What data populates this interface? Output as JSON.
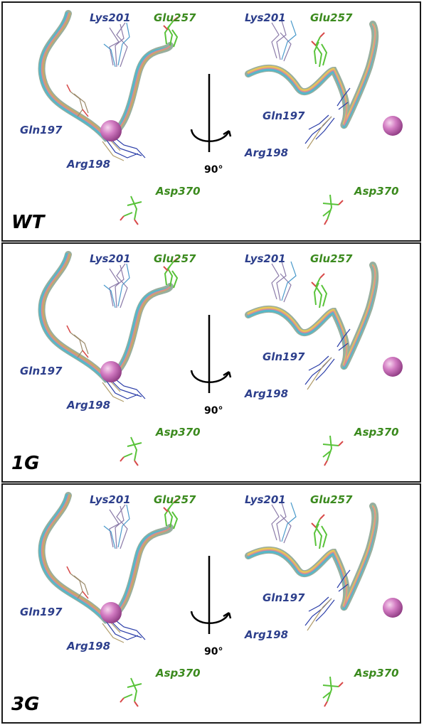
{
  "rotation_label": "90°",
  "colors": {
    "blue_label": "#2d3f8c",
    "green_label": "#3b8a1e",
    "ion_sphere": "#cc66b8",
    "frame": "#1a1a1a"
  },
  "panels": [
    {
      "variant": "WT",
      "labels": {
        "lys201_a": "Lys201",
        "glu257_a": "Glu257",
        "gln197_a": "Gln197",
        "arg198_a": "Arg198",
        "asp370_a": "Asp370",
        "lys201_b": "Lys201",
        "glu257_b": "Glu257",
        "gln197_b": "Gln197",
        "arg198_b": "Arg198",
        "asp370_b": "Asp370"
      }
    },
    {
      "variant": "1G",
      "labels": {
        "lys201_a": "Lys201",
        "glu257_a": "Glu257",
        "gln197_a": "Gln197",
        "arg198_a": "Arg198",
        "asp370_a": "Asp370",
        "lys201_b": "Lys201",
        "glu257_b": "Glu257",
        "gln197_b": "Gln197",
        "arg198_b": "Arg198",
        "asp370_b": "Asp370"
      }
    },
    {
      "variant": "3G",
      "labels": {
        "lys201_a": "Lys201",
        "glu257_a": "Glu257",
        "gln197_a": "Gln197",
        "arg198_a": "Arg198",
        "asp370_a": "Asp370",
        "lys201_b": "Lys201",
        "glu257_b": "Glu257",
        "gln197_b": "Gln197",
        "arg198_b": "Arg198",
        "asp370_b": "Asp370"
      }
    }
  ]
}
